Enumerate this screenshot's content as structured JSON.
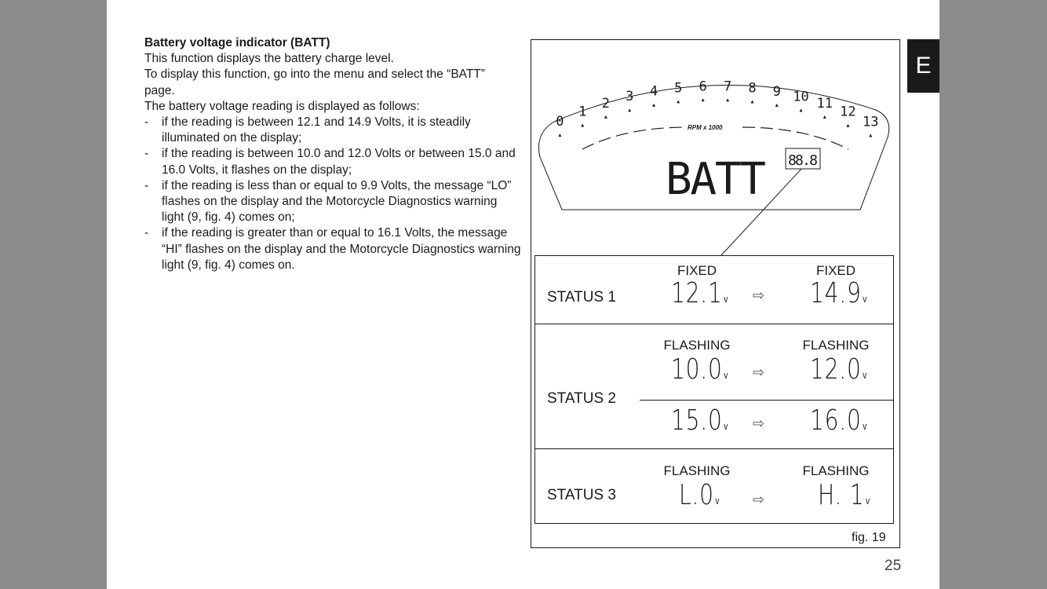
{
  "lang_tab": "E",
  "section": {
    "title": "Battery voltage indicator (BATT)",
    "intro": [
      "This function displays the battery charge level.",
      "To display this function, go into the menu and select the “BATT” page.",
      "The battery voltage reading is displayed as follows:"
    ],
    "bullets": [
      "if the reading is between 12.1 and 14.9 Volts, it is steadily illuminated on the display;",
      "if the reading is between 10.0 and 12.0 Volts or between 15.0 and 16.0 Volts, it flashes on the display;",
      "if the reading is less than or equal to 9.9 Volts, the message “LO” flashes on the display and the Motorcycle Diagnostics warning light (9, fig. 4) comes on;",
      "if the reading is greater than or equal to 16.1 Volts, the message “HI” flashes on the display and the Motorcycle Diagnostics warning light (9, fig. 4) comes on."
    ],
    "bullet_dash": "-"
  },
  "dashboard": {
    "rpm_ticks": [
      "0",
      "1",
      "2",
      "3",
      "4",
      "5",
      "6",
      "7",
      "8",
      "9",
      "10",
      "11",
      "12",
      "13"
    ],
    "rpm_label": "RPM x 1000",
    "display_text": "BATT",
    "small_display": "88.8"
  },
  "status_table": {
    "unit": "v",
    "arrow": "⇨",
    "rows": [
      {
        "label": "STATUS 1",
        "mode_left": "FIXED",
        "mode_right": "FIXED",
        "from": "12.1",
        "to": "14.9"
      },
      {
        "label": "STATUS 2",
        "mode_left": "FLASHING",
        "mode_right": "FLASHING",
        "from": "10.0",
        "to": "12.0",
        "from2": "15.0",
        "to2": "16.0"
      },
      {
        "label": "STATUS 3",
        "mode_left": "FLASHING",
        "mode_right": "FLASHING",
        "from": "L.0",
        "to": "H. 1"
      }
    ]
  },
  "fig_caption": "fig. 19",
  "page_number": "25"
}
